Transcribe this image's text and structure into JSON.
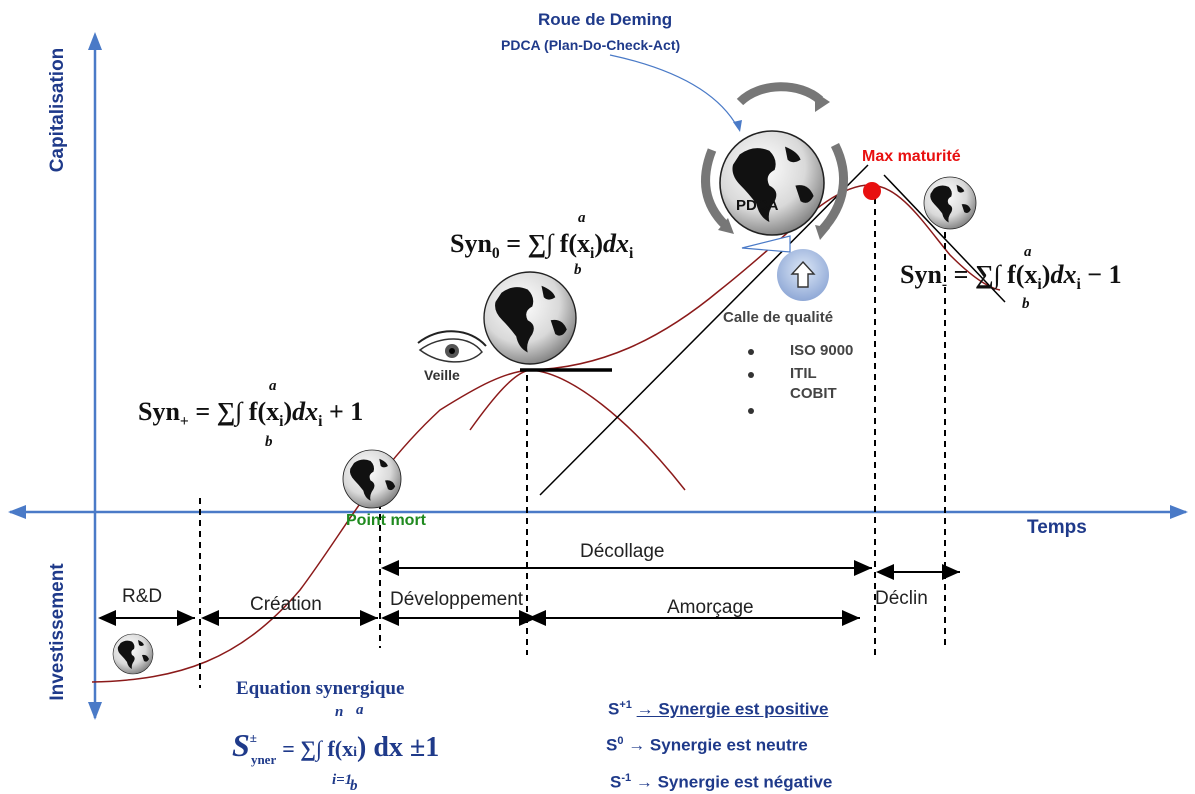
{
  "axes": {
    "y_up_label": "Capitalisation",
    "y_down_label": "Investissement",
    "x_label": "Temps"
  },
  "deming": {
    "title": "Roue de Deming",
    "subtitle": "PDCA (Plan-Do-Check-Act)",
    "globe_label": "PDCA"
  },
  "max_maturity": "Max maturité",
  "point_mort": "Point mort",
  "veille": "Veille",
  "quality": {
    "title": "Calle de  qualité",
    "items": [
      "ISO 9000",
      "ITIL",
      "COBIT",
      ""
    ]
  },
  "phases": {
    "rd": "R&D",
    "creation": "Création",
    "developpement": "Développement",
    "amorcage": "Amorçage",
    "decollage": "Décollage",
    "declin": "Déclin"
  },
  "formulas": {
    "syn_plus": {
      "name": "Syn",
      "index": "+",
      "suffix": "+ 1"
    },
    "syn_zero": {
      "name": "Syn",
      "index": "0",
      "suffix": ""
    },
    "syn_minus": {
      "name": "Syn",
      "index": "-",
      "suffix": "− 1"
    },
    "integral_body": "= ∑∫ f(x",
    "upper_a": "a",
    "lower_b": "b",
    "upper_n": "n"
  },
  "equation": {
    "title": "Equation synergique",
    "lhs": "S",
    "lhs_sup": "±",
    "lhs_sub": "yner",
    "rhs": "= ∑∫ f(x",
    "tail": ") dx ±1",
    "sum_upper": "n",
    "sum_lower": "i=1",
    "int_upper": "a",
    "int_lower": "b"
  },
  "legend": [
    {
      "sup": "+1",
      "text": "→ Synergie est positive"
    },
    {
      "sup": "0",
      "text": "→ Synergie est neutre"
    },
    {
      "sup": "-1",
      "text": "→ Synergie est négative"
    }
  ],
  "colors": {
    "axis": "#4a7ac7",
    "curve": "#8b1a1a",
    "max_point": "#e81010",
    "point_mort": "#1f8a1f",
    "title_blue": "#1f3a8a"
  }
}
